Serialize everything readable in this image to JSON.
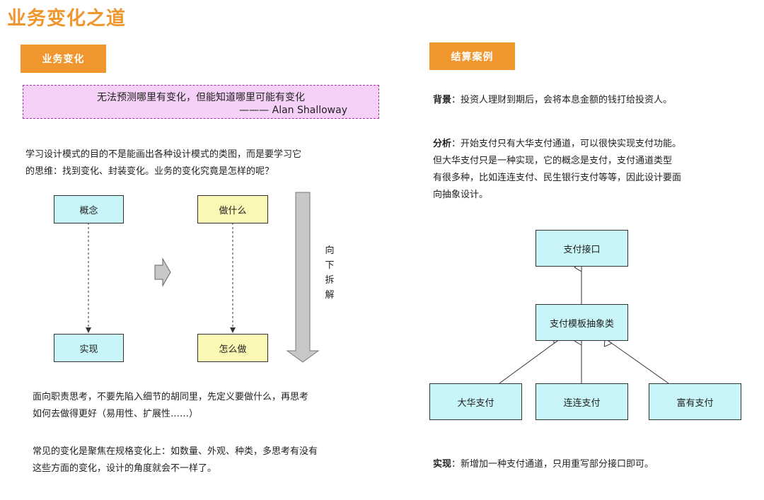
{
  "page_title": "业务变化之道",
  "left": {
    "section_tag": "业务变化",
    "quote": {
      "text": "无法预测哪里有变化，但能知道哪里可能有变化",
      "author": "——— Alan Shalloway"
    },
    "intro": [
      "学习设计模式的目的不是能画出各种设计模式的类图，而是要学习它",
      "的思维：找到变化、封装变化。业务的变化究竟是怎样的呢？"
    ],
    "diagram": {
      "concept": "概念",
      "impl": "实现",
      "what": "做什么",
      "how": "怎么做",
      "decompose": [
        "向",
        "下",
        "拆",
        "解"
      ]
    },
    "para2": [
      "面向职责思考，不要先陷入细节的胡同里，先定义要做什么，再思考",
      "如何去做得更好（易用性、扩展性……）"
    ],
    "para3": [
      "常见的变化是聚焦在规格变化上：如数量、外观、种类，多思考有没有",
      "这些方面的变化，设计的角度就会不一样了。"
    ]
  },
  "right": {
    "section_tag": "结算案例",
    "background_label": "背景",
    "background_text": "：投资人理财到期后，会将本息金额的钱打给投资人。",
    "analysis_label": "分析",
    "analysis_lines": [
      "：开始支付只有大华支付通道，可以很快实现支付功能。",
      "但大华支付只是一种实现，它的概念是支付，支付通道类型",
      "有很多种，比如连连支付、民生银行支付等等，因此设计要面",
      "向抽象设计。"
    ],
    "uml": {
      "interface": "支付接口",
      "abstract": "支付模板抽象类",
      "impl1": "大华支付",
      "impl2": "连连支付",
      "impl3": "富有支付"
    },
    "impl_label": "实现",
    "impl_text": "：新增加一种支付通道，只用重写部分接口即可。"
  },
  "colors": {
    "accent": "#f0962e",
    "cyan_box": "#c8f5f8",
    "yellow_box": "#fbf7b4",
    "quote_bg": "#f5d1f7",
    "arrow_gray": "#c8c8c8"
  }
}
